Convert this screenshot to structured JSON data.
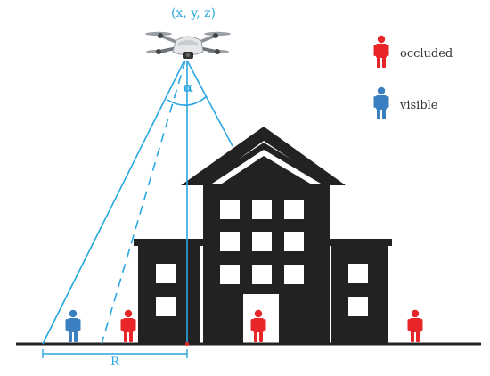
{
  "drone": {
    "coordinate_label": "(x, y, z)",
    "angle_label": "α"
  },
  "legend": {
    "occluded_label": "occluded",
    "visible_label": "visible"
  },
  "ground": {
    "radius_label": "R"
  },
  "colors": {
    "ray": "#2aa6e0",
    "occluded": "#e8262a",
    "visible": "#3a7fbf",
    "building": "#222222",
    "window": "#ffffff",
    "ground": "#222222"
  }
}
